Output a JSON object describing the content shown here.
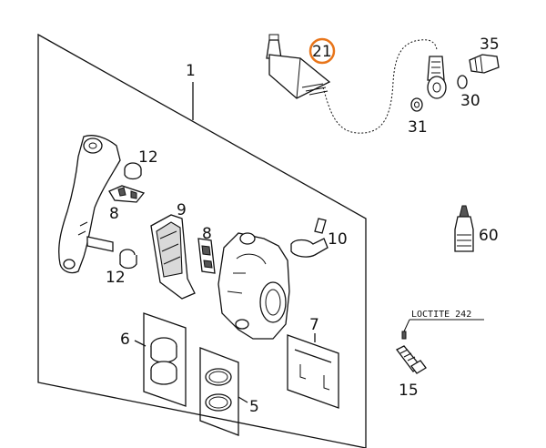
{
  "labels": {
    "l1": "1",
    "l5": "5",
    "l6": "6",
    "l7": "7",
    "l8a": "8",
    "l8b": "8",
    "l9": "9",
    "l10": "10",
    "l12a": "12",
    "l12b": "12",
    "l15": "15",
    "l21": "21",
    "l30": "30",
    "l31": "31",
    "l35": "35",
    "l60": "60"
  },
  "loctite_note": "LOCTITE 242",
  "highlight_color": "#e8751a"
}
